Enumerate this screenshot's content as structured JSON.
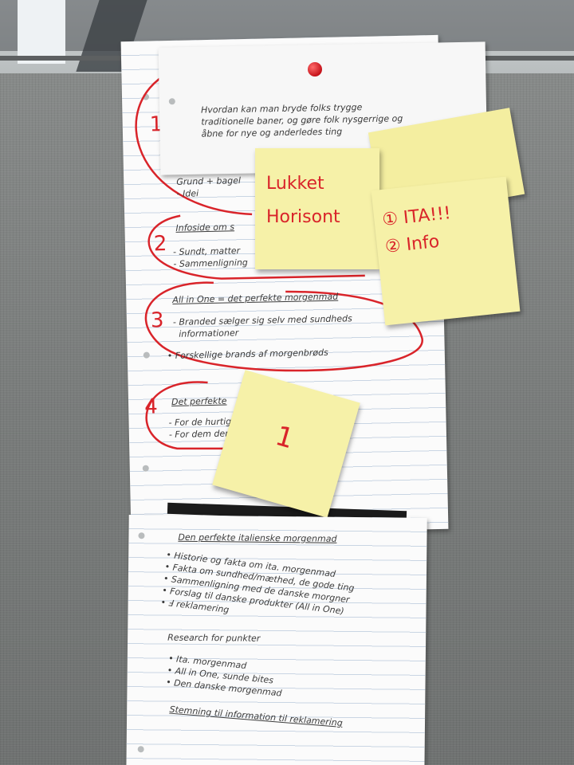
{
  "colors": {
    "sticky": "#f6f1a8",
    "ink_red": "#d9242a",
    "ink_grey": "#3b3b3b",
    "board": "#7d807f"
  },
  "top_note": "Hvordan kan man bryde folks trygge\ntraditionelle baner, og gøre folk nysgerrige og\nåbne for nye og anderledes ting",
  "sections": [
    {
      "number": "1",
      "lines": [
        "Grund + bagel",
        "- Idei"
      ]
    },
    {
      "number": "2",
      "title": "Infoside om s",
      "lines": [
        "- Sundt, matter",
        "- Sammenligning"
      ]
    },
    {
      "number": "3",
      "title": "All in One = det perfekte morgenmad",
      "lines": [
        "- Branded sælger sig selv med sundheds\n  informationer",
        "• Forskellige brands af morgenbrøds"
      ]
    },
    {
      "number": "4",
      "title": "Det perfekte",
      "lines": [
        "- For de hurtig",
        "- For dem der"
      ]
    }
  ],
  "stickies": {
    "lukket": "Lukket\nHorisont",
    "ita": "① ITA!!!\n② Info",
    "one": "1"
  },
  "bottom_note": {
    "title": "Den perfekte italienske morgenmad",
    "bullets": "• Historie og fakta om ita. morgenmad\n• Fakta om sundhed/mæthed, de gode ting\n• Sammenligning med de danske morgner\n• Forslag til danske produkter (All in One)\n• Ⅎ reklamering",
    "research_title": "Research for punkter",
    "research_bullets": "• Ita. morgenmad\n• All in One, sunde bites\n• Den danske morgenmad",
    "footer": "Stemning til information til reklamering"
  }
}
